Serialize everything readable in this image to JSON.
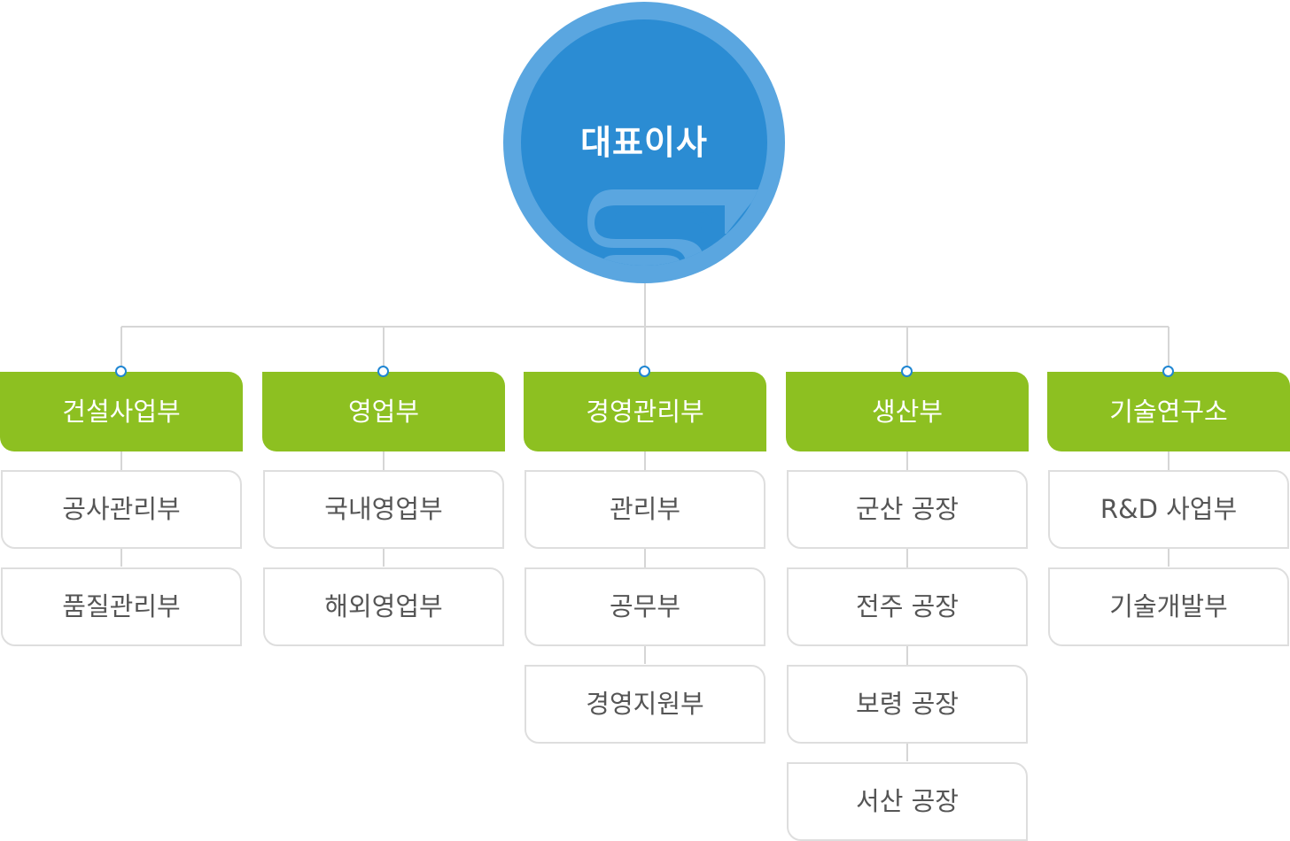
{
  "ceo": {
    "title": "대표이사",
    "logo_icon": "company-logo-icon",
    "colors": {
      "outer": "#5aa6e0",
      "inner": "#2b8cd3",
      "logo": "#5aa6e0"
    }
  },
  "colors": {
    "department": "#8dc021",
    "connector": "#d6d6d6",
    "dot_ring": "#1f86d2",
    "team_border": "#dedede",
    "team_text": "#555555"
  },
  "departments": [
    {
      "name": "건설사업부",
      "teams": [
        "공사관리부",
        "품질관리부"
      ]
    },
    {
      "name": "영업부",
      "teams": [
        "국내영업부",
        "해외영업부"
      ]
    },
    {
      "name": "경영관리부",
      "teams": [
        "관리부",
        "공무부",
        "경영지원부"
      ]
    },
    {
      "name": "생산부",
      "teams": [
        "군산 공장",
        "전주 공장",
        "보령 공장",
        "서산 공장"
      ]
    },
    {
      "name": "기술연구소",
      "teams": [
        "R&D 사업부",
        "기술개발부"
      ]
    }
  ]
}
